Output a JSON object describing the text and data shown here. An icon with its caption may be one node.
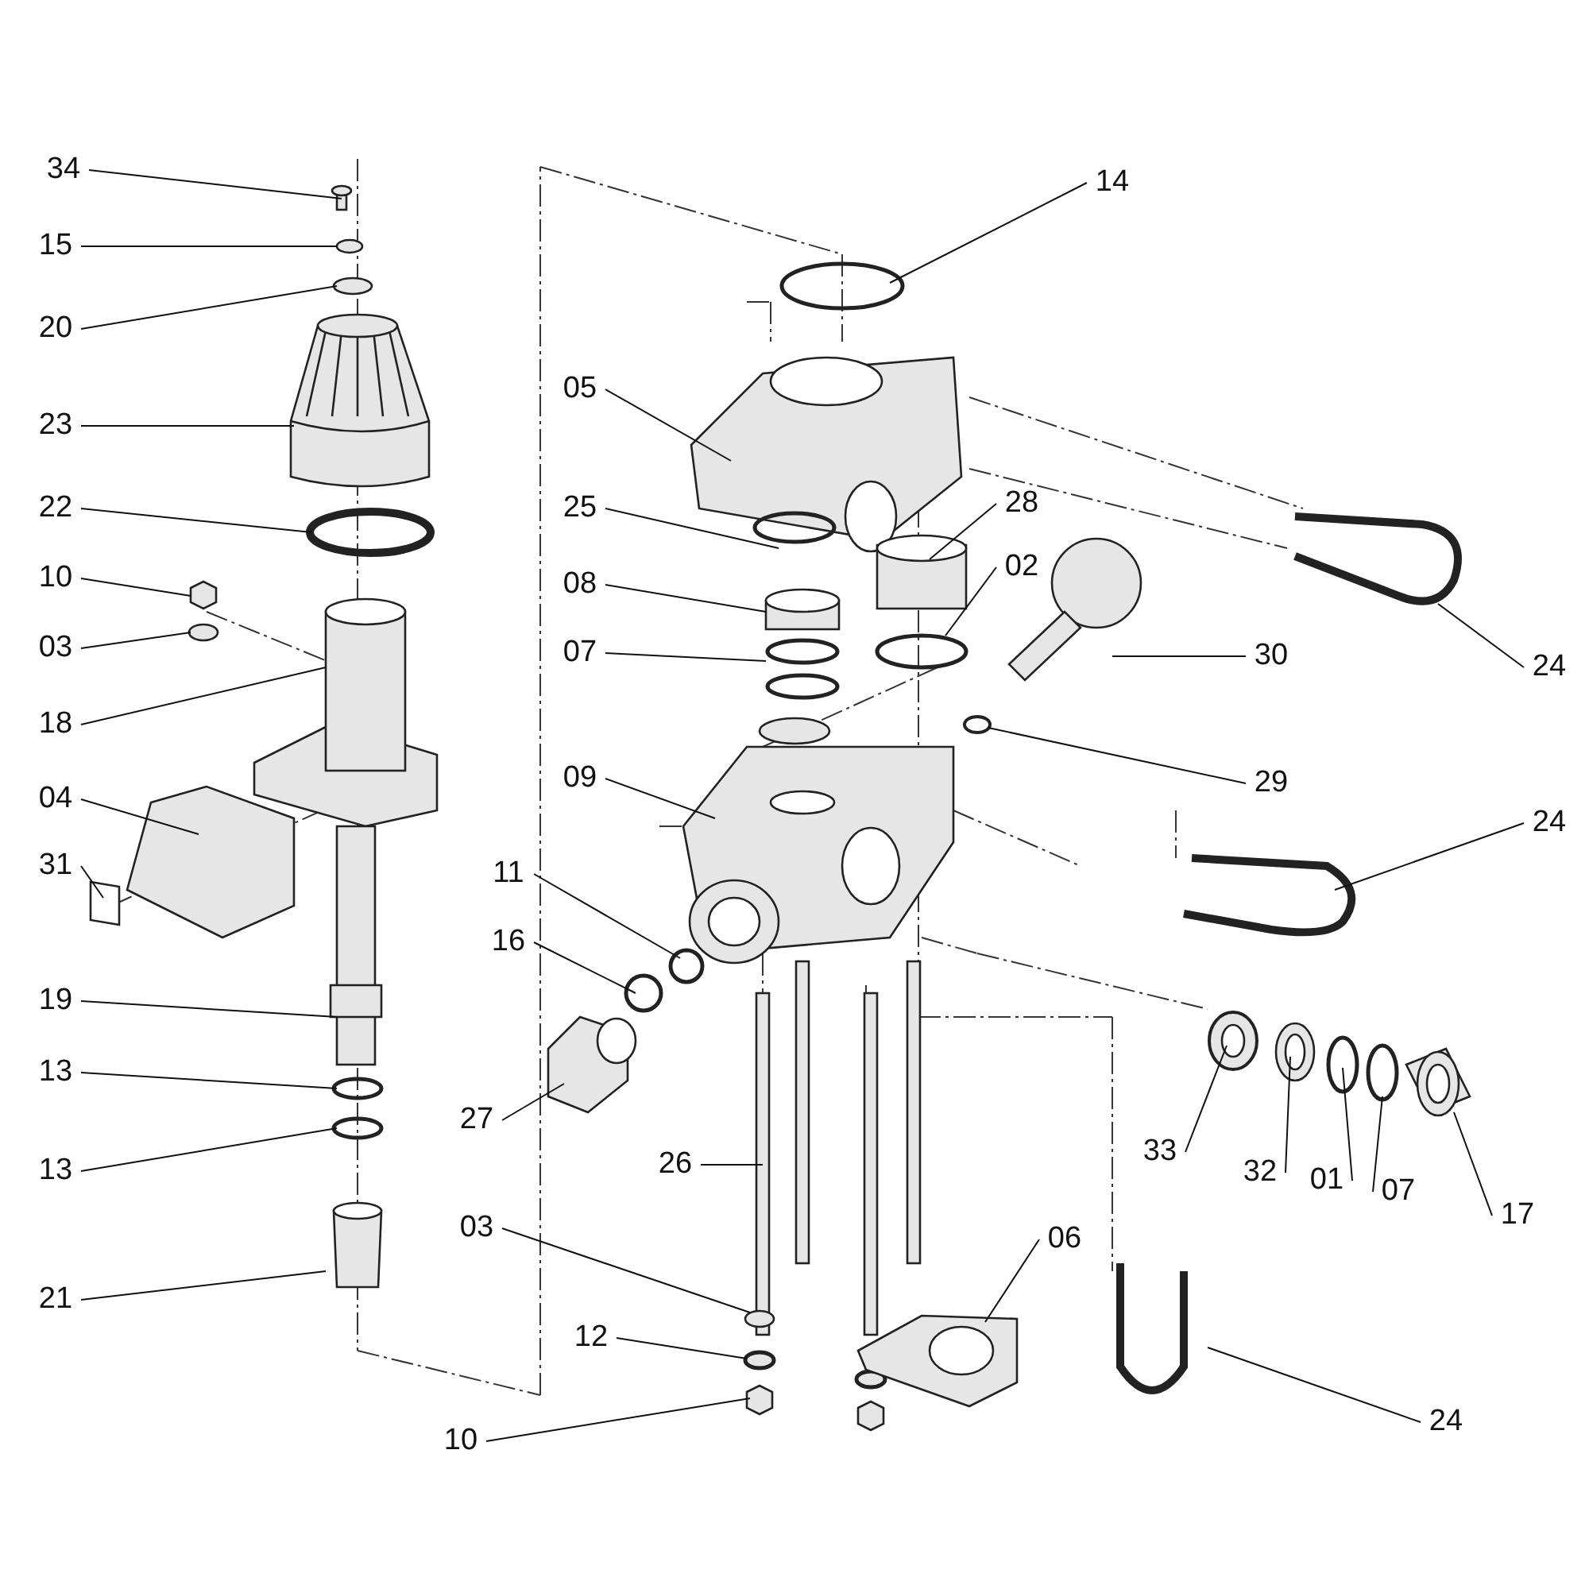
{
  "diagram": {
    "nodes": [
      {
        "text": [
          "34"
        ]
      },
      {
        "text": [
          "15"
        ]
      },
      {
        "text": [
          "20"
        ]
      },
      {
        "text": [
          "23"
        ]
      },
      {
        "text": [
          "22"
        ]
      },
      {
        "text": [
          "10"
        ]
      },
      {
        "text": [
          "03"
        ]
      },
      {
        "text": [
          "18"
        ]
      },
      {
        "text": [
          "04"
        ]
      },
      {
        "text": [
          "31"
        ]
      },
      {
        "text": [
          "19"
        ]
      },
      {
        "text": [
          "13"
        ]
      },
      {
        "text": [
          "13"
        ]
      },
      {
        "text": [
          "21"
        ]
      },
      {
        "text": [
          "14"
        ]
      },
      {
        "text": [
          "05"
        ]
      },
      {
        "text": [
          "25"
        ]
      },
      {
        "text": [
          "28"
        ]
      },
      {
        "text": [
          "08"
        ]
      },
      {
        "text": [
          "02"
        ]
      },
      {
        "text": [
          "07"
        ]
      },
      {
        "text": [
          "30"
        ]
      },
      {
        "text": [
          "24"
        ]
      },
      {
        "text": [
          "29"
        ]
      },
      {
        "text": [
          "09"
        ]
      },
      {
        "text": [
          "24"
        ]
      },
      {
        "text": [
          "11"
        ]
      },
      {
        "text": [
          "16"
        ]
      },
      {
        "text": [
          "27"
        ]
      },
      {
        "text": [
          "26"
        ]
      },
      {
        "text": [
          "33"
        ]
      },
      {
        "text": [
          "32"
        ]
      },
      {
        "text": [
          "01"
        ]
      },
      {
        "text": [
          "07"
        ]
      },
      {
        "text": [
          "17"
        ]
      },
      {
        "text": [
          "03"
        ]
      },
      {
        "text": [
          "06"
        ]
      },
      {
        "text": [
          "12"
        ]
      },
      {
        "text": [
          "24"
        ]
      },
      {
        "text": [
          "10"
        ]
      }
    ],
    "edges": [
      {
        "from": 0,
        "to": null,
        "arrow": "none"
      },
      {
        "from": 1,
        "to": null,
        "arrow": "none"
      },
      {
        "from": 2,
        "to": null,
        "arrow": "none"
      },
      {
        "from": 3,
        "to": null,
        "arrow": "none"
      },
      {
        "from": 4,
        "to": null,
        "arrow": "none"
      },
      {
        "from": 5,
        "to": null,
        "arrow": "none"
      },
      {
        "from": 6,
        "to": null,
        "arrow": "none"
      },
      {
        "from": 7,
        "to": null,
        "arrow": "none"
      },
      {
        "from": 8,
        "to": null,
        "arrow": "none"
      },
      {
        "from": 9,
        "to": null,
        "arrow": "none"
      },
      {
        "from": 10,
        "to": null,
        "arrow": "none"
      },
      {
        "from": 11,
        "to": null,
        "arrow": "none"
      },
      {
        "from": 12,
        "to": null,
        "arrow": "none"
      },
      {
        "from": 13,
        "to": null,
        "arrow": "none"
      },
      {
        "from": 14,
        "to": null,
        "arrow": "none"
      },
      {
        "from": 15,
        "to": null,
        "arrow": "none"
      },
      {
        "from": 16,
        "to": null,
        "arrow": "none"
      },
      {
        "from": 17,
        "to": null,
        "arrow": "none"
      },
      {
        "from": 18,
        "to": null,
        "arrow": "none"
      },
      {
        "from": 19,
        "to": null,
        "arrow": "none"
      },
      {
        "from": 20,
        "to": null,
        "arrow": "none"
      },
      {
        "from": 21,
        "to": null,
        "arrow": "none"
      },
      {
        "from": 22,
        "to": null,
        "arrow": "none"
      },
      {
        "from": 23,
        "to": null,
        "arrow": "none"
      },
      {
        "from": 24,
        "to": null,
        "arrow": "none"
      },
      {
        "from": 25,
        "to": null,
        "arrow": "none"
      },
      {
        "from": 26,
        "to": null,
        "arrow": "none"
      },
      {
        "from": 27,
        "to": null,
        "arrow": "none"
      },
      {
        "from": 28,
        "to": null,
        "arrow": "none"
      },
      {
        "from": 29,
        "to": null,
        "arrow": "none"
      },
      {
        "from": 30,
        "to": null,
        "arrow": "none"
      },
      {
        "from": 31,
        "to": null,
        "arrow": "none"
      },
      {
        "from": 32,
        "to": null,
        "arrow": "none"
      },
      {
        "from": 33,
        "to": null,
        "arrow": "none"
      },
      {
        "from": 34,
        "to": null,
        "arrow": "none"
      },
      {
        "from": 35,
        "to": null,
        "arrow": "none"
      },
      {
        "from": 36,
        "to": null,
        "arrow": "none"
      },
      {
        "from": 37,
        "to": null,
        "arrow": "none"
      },
      {
        "from": 38,
        "to": null,
        "arrow": "none"
      },
      {
        "from": 39,
        "to": null,
        "arrow": "none"
      }
    ]
  }
}
